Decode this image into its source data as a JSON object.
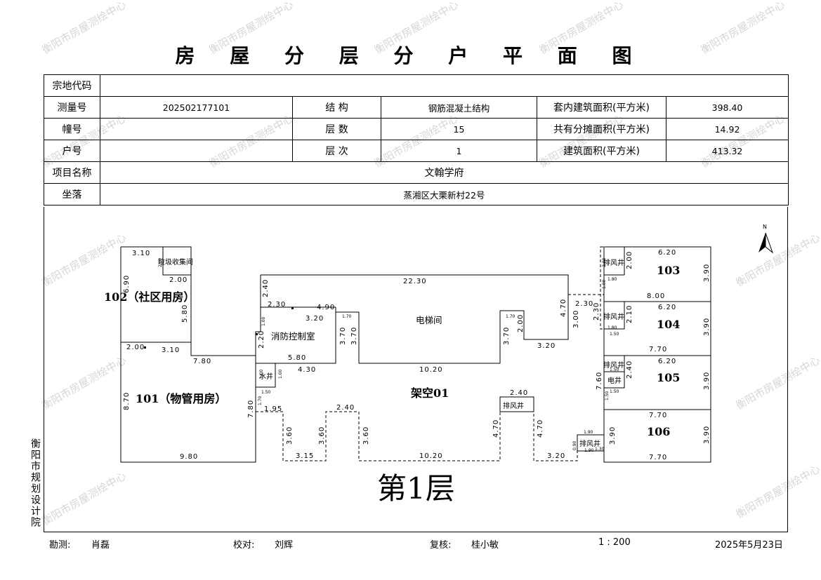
{
  "title": "房 屋 分 层 分 户 平 面 图",
  "watermark": "衡阳市房屋测绘中心",
  "info": {
    "zongdi_label": "宗地代码",
    "zongdi_value": "",
    "celiang_label": "测量号",
    "celiang_value": "202502177101",
    "jiegou_label": "结 构",
    "jiegou_value": "钢筋混凝土结构",
    "taonei_label": "套内建筑面积(平方米)",
    "taonei_value": "398.40",
    "zhuang_label": "幢号",
    "zhuang_value": "",
    "cengshu_label": "层 数",
    "cengshu_value": "15",
    "gongyou_label": "共有分摊面积(平方米)",
    "gongyou_value": "14.92",
    "hu_label": "户号",
    "hu_value": "",
    "cengci_label": "层 次",
    "cengci_value": "1",
    "jianzhu_label": "建筑面积(平方米)",
    "jianzhu_value": "413.32",
    "xiangmu_label": "项目名称",
    "xiangmu_value": "文翰学府",
    "zuoluo_label": "坐落",
    "zuoluo_value": "蒸湘区大栗新村22号"
  },
  "plan": {
    "north": "N",
    "floor_label": "第1层",
    "rooms": {
      "r102": "102（社区用房）",
      "r101": "101（物管用房）",
      "jiakong": "架空01",
      "dianti": "电梯间",
      "xiaofang": "消防控制室",
      "laji": "垃圾收集间",
      "shuijing": "水井",
      "paifeng": "排风井",
      "dianjing": "电井",
      "r103": "103",
      "r104": "104",
      "r105": "105",
      "r106": "106"
    },
    "dims": {
      "d310a": "3.10",
      "d200a": "2.00",
      "d200b": "2.00",
      "d690": "6.90",
      "d580": "5.80",
      "d200c": "2.00",
      "d310b": "3.10",
      "d780a": "7.80",
      "d870": "8.70",
      "d780b": "7.80",
      "d980": "9.80",
      "d2230": "22.30",
      "d240a": "2.40",
      "d230a": "2.30",
      "d490": "4.90",
      "d320a": "3.20",
      "d170a": "1.70",
      "d370a": "3.70",
      "d370b": "3.70",
      "d220": "2.20",
      "d580b": "5.80",
      "d430": "4.30",
      "d1020a": "10.20",
      "d170b": "1.70",
      "d200d": "2.00",
      "d370c": "3.70",
      "d320b": "3.20",
      "d470a": "4.70",
      "d300": "3.00",
      "d230b": "2.30",
      "d100a": "1.00",
      "d100b": "1.00",
      "d170c": "1.70",
      "d195": "1.95",
      "d150a": "1.50",
      "d240b": "2.40",
      "d360a": "3.60",
      "d360b": "3.60",
      "d360c": "3.60",
      "d315": "3.15",
      "d1020b": "10.20",
      "d470b": "4.70",
      "d470c": "4.70",
      "d240c": "2.40",
      "d320c": "3.20",
      "d760": "7.60",
      "d620a": "6.20",
      "d390a": "3.90",
      "d800": "8.00",
      "d620b": "6.20",
      "d390b": "3.90",
      "d770a": "7.70",
      "d620c": "6.20",
      "d390c": "3.90",
      "d770b": "7.70",
      "d390d": "3.90",
      "d390e": "3.90",
      "d770c": "7.70",
      "d190a": "1.90",
      "d190b": "1.90",
      "d180a": "1.80",
      "d180b": "1.80",
      "d150b": "1.50",
      "d150c": "1.50",
      "d240d": "2.40",
      "d210": "2.10",
      "d200e": "2.00",
      "d130": "1.30",
      "d090": "0.90",
      "d200f": "2.00",
      "d100c": "1.00",
      "d100d": "1.00",
      "d150d": "1.50",
      "d150e": "1.50"
    }
  },
  "side_org": "衡阳市规划设计院",
  "footer": {
    "kance_label": "勘测:",
    "kance_name": "肖磊",
    "jiaodui_label": "校对:",
    "jiaodui_name": "刘辉",
    "fuhe_label": "复核:",
    "fuhe_name": "桂小敏",
    "scale": "1 : 200",
    "date": "2025年5月23日"
  }
}
